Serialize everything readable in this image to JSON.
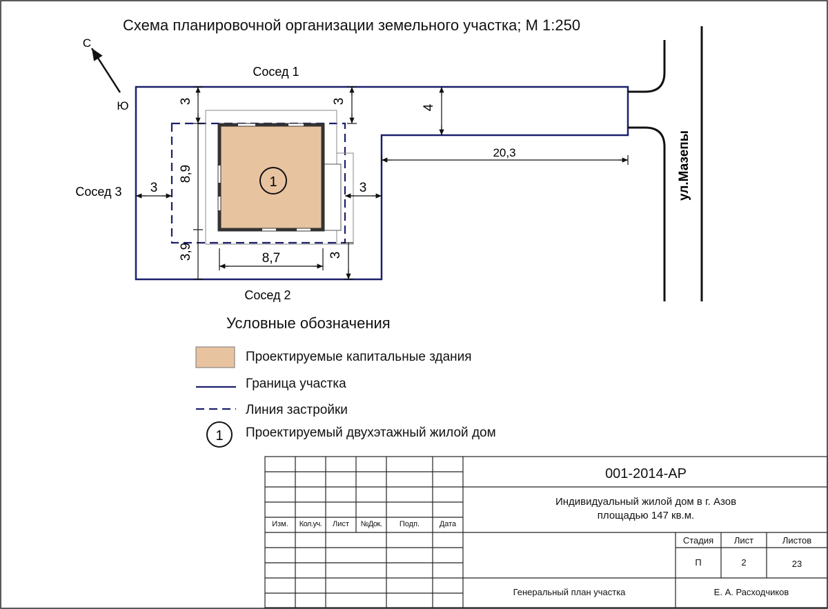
{
  "title": "Схема планировочной организации земельного участка; М 1:250",
  "north": {
    "north_label": "С",
    "south_label": "Ю"
  },
  "neighbors": {
    "n1": "Сосед 1",
    "n2": "Сосед 2",
    "n3": "Сосед 3"
  },
  "street": "ул.Мазепы",
  "dimensions": {
    "top_left_setback": "3",
    "top_right_setback": "3",
    "house_height": "8,9",
    "house_width": "8,7",
    "bottom_left_setback": "3,9",
    "bottom_right_setback": "3",
    "left_setback": "3",
    "right_setback": "3",
    "driveway_width": "4",
    "driveway_length": "20,3"
  },
  "house_number": "1",
  "legend": {
    "title": "Условные обозначения",
    "items": {
      "buildings": "Проектируемые капитальные здания",
      "boundary": "Граница участка",
      "build_line": "Линия застройки",
      "house": "Проектируемый двухэтажный жилой дом"
    },
    "house_symbol": "1"
  },
  "colors": {
    "boundary": "#1b1f6b",
    "building_fill": "#e8c3a0",
    "dash": "#1b1f6b"
  },
  "stamp": {
    "code": "001-2014-АР",
    "object_line1": "Индивидуальный жилой дом в г. Азов",
    "object_line2": "площадью 147 кв.м.",
    "col_izm": "Изм.",
    "col_koluch": "Кол.уч.",
    "col_list": "Лист",
    "col_ndok": "№Док.",
    "col_podp": "Подп.",
    "col_data": "Дата",
    "stage_header": "Стадия",
    "sheet_header": "Лист",
    "sheets_header": "Листов",
    "stage_value": "П",
    "sheet_value": "2",
    "sheets_value": "23",
    "drawing_name": "Генеральный план участка",
    "author": "Е. А. Расходчиков"
  }
}
